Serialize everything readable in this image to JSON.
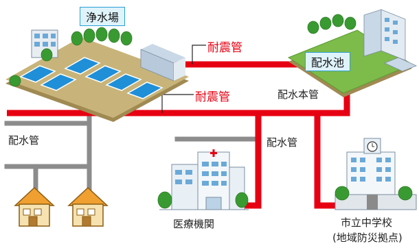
{
  "facilities": {
    "purification_plant": "浄水場",
    "distribution_reservoir": "配水池",
    "hospital": "医療機関",
    "school_line1": "市立中学校",
    "school_line2": "(地域防災拠点)"
  },
  "pipes": {
    "quake_resistant_upper": "耐震管",
    "quake_resistant_lower": "耐震管",
    "main_pipe": "配水本管",
    "dist_pipe_left": "配水管",
    "dist_pipe_right": "配水管"
  },
  "colors": {
    "quake_pipe": "#e60012",
    "normal_pipe": "#8c8c8c",
    "label_fill": "#dff3fb",
    "label_border": "#2a9fd6",
    "ground": "#c8b47a"
  }
}
